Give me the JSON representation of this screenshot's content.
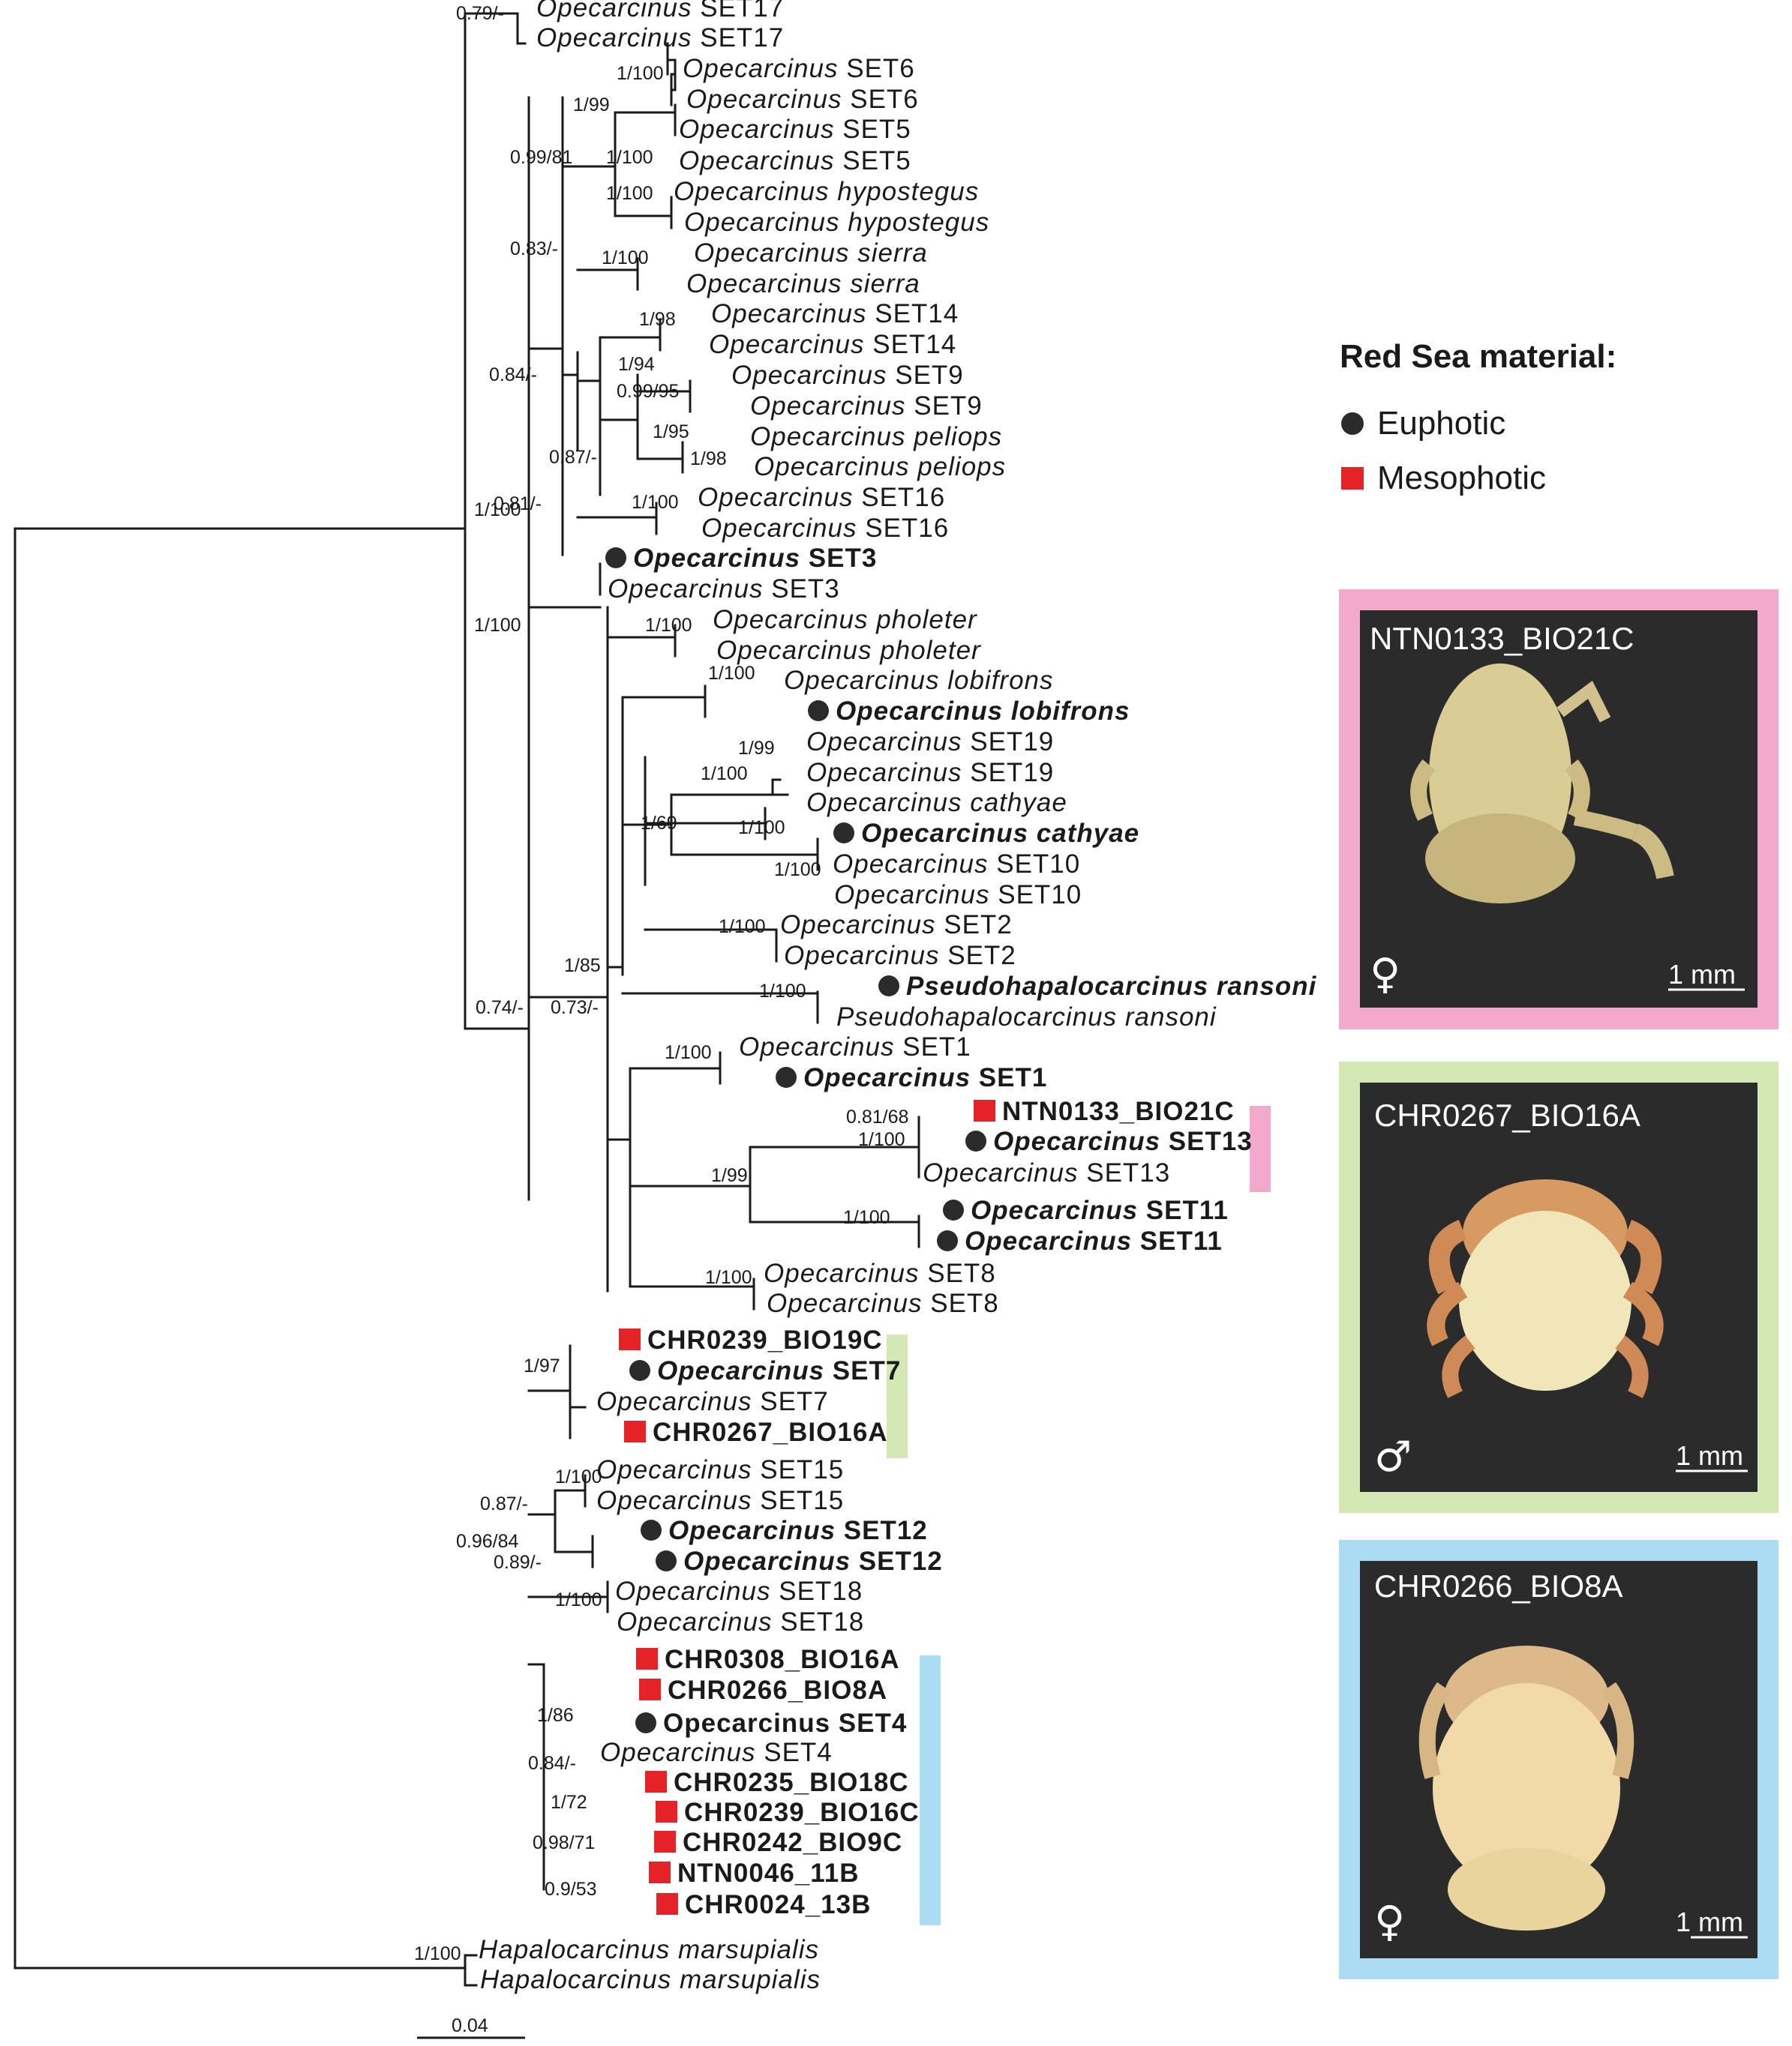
{
  "legend": {
    "title": "Red Sea material:",
    "euphotic": "Euphotic",
    "mesophotic": "Mesophotic",
    "euphotic_color": "#2b2b2b",
    "mesophotic_color": "#e52228"
  },
  "scale_bar": {
    "label": "0.04"
  },
  "clade_colors": {
    "pink": "#f2a9cc",
    "green": "#d3e8b5",
    "blue": "#acdcf4"
  },
  "photos": [
    {
      "label": "NTN0133_BIO21C",
      "sex": "♀",
      "scale": "1 mm",
      "frame_color": "#f2a9cc"
    },
    {
      "label": "CHR0267_BIO16A",
      "sex": "♂",
      "scale": "1 mm",
      "frame_color": "#d3e8b5"
    },
    {
      "label": "CHR0266_BIO8A",
      "sex": "♀",
      "scale": "1 mm",
      "frame_color": "#acdcf4"
    }
  ],
  "tips": [
    {
      "genus": "Opecarcinus",
      "epithet": "SET17",
      "bold": false,
      "marker": "none"
    },
    {
      "genus": "Opecarcinus",
      "epithet": "SET17",
      "bold": false,
      "marker": "none"
    },
    {
      "genus": "Opecarcinus",
      "epithet": "SET6",
      "bold": false,
      "marker": "none"
    },
    {
      "genus": "Opecarcinus",
      "epithet": "SET6",
      "bold": false,
      "marker": "none"
    },
    {
      "genus": "Opecarcinus",
      "epithet": "SET5",
      "bold": false,
      "marker": "none"
    },
    {
      "genus": "Opecarcinus",
      "epithet": "SET5",
      "bold": false,
      "marker": "none"
    },
    {
      "genus": "Opecarcinus",
      "epithet": "hypostegus",
      "bold": false,
      "marker": "none"
    },
    {
      "genus": "Opecarcinus",
      "epithet": "hypostegus",
      "bold": false,
      "marker": "none"
    },
    {
      "genus": "Opecarcinus",
      "epithet": "sierra",
      "bold": false,
      "marker": "none"
    },
    {
      "genus": "Opecarcinus",
      "epithet": "sierra",
      "bold": false,
      "marker": "none"
    },
    {
      "genus": "Opecarcinus",
      "epithet": "SET14",
      "bold": false,
      "marker": "none"
    },
    {
      "genus": "Opecarcinus",
      "epithet": "SET14",
      "bold": false,
      "marker": "none"
    },
    {
      "genus": "Opecarcinus",
      "epithet": "SET9",
      "bold": false,
      "marker": "none"
    },
    {
      "genus": "Opecarcinus",
      "epithet": "SET9",
      "bold": false,
      "marker": "none"
    },
    {
      "genus": "Opecarcinus",
      "epithet": "peliops",
      "bold": false,
      "marker": "none"
    },
    {
      "genus": "Opecarcinus",
      "epithet": "peliops",
      "bold": false,
      "marker": "none"
    },
    {
      "genus": "Opecarcinus",
      "epithet": "SET16",
      "bold": false,
      "marker": "none"
    },
    {
      "genus": "Opecarcinus",
      "epithet": "SET16",
      "bold": false,
      "marker": "none"
    },
    {
      "genus": "Opecarcinus",
      "epithet": "SET3",
      "bold": true,
      "marker": "euphotic"
    },
    {
      "genus": "Opecarcinus",
      "epithet": "SET3",
      "bold": false,
      "marker": "none"
    },
    {
      "genus": "Opecarcinus",
      "epithet": "pholeter",
      "bold": false,
      "marker": "none"
    },
    {
      "genus": "Opecarcinus",
      "epithet": "pholeter",
      "bold": false,
      "marker": "none"
    },
    {
      "genus": "Opecarcinus",
      "epithet": "lobifrons",
      "bold": false,
      "marker": "none"
    },
    {
      "genus": "Opecarcinus",
      "epithet": "lobifrons",
      "bold": true,
      "marker": "euphotic"
    },
    {
      "genus": "Opecarcinus",
      "epithet": "SET19",
      "bold": false,
      "marker": "none"
    },
    {
      "genus": "Opecarcinus",
      "epithet": "SET19",
      "bold": false,
      "marker": "none"
    },
    {
      "genus": "Opecarcinus",
      "epithet": "cathyae",
      "bold": false,
      "marker": "none"
    },
    {
      "genus": "Opecarcinus",
      "epithet": "cathyae",
      "bold": true,
      "marker": "euphotic"
    },
    {
      "genus": "Opecarcinus",
      "epithet": "SET10",
      "bold": false,
      "marker": "none"
    },
    {
      "genus": "Opecarcinus",
      "epithet": "SET10",
      "bold": false,
      "marker": "none"
    },
    {
      "genus": "Opecarcinus",
      "epithet": "SET2",
      "bold": false,
      "marker": "none"
    },
    {
      "genus": "Opecarcinus",
      "epithet": "SET2",
      "bold": false,
      "marker": "none"
    },
    {
      "genus": "Pseudohapalocarcinus",
      "epithet": "ransoni",
      "bold": true,
      "marker": "euphotic"
    },
    {
      "genus": "Pseudohapalocarcinus",
      "epithet": "ransoni",
      "bold": false,
      "marker": "none"
    },
    {
      "genus": "Opecarcinus",
      "epithet": "SET1",
      "bold": false,
      "marker": "none"
    },
    {
      "genus": "Opecarcinus",
      "epithet": "SET1",
      "bold": true,
      "marker": "euphotic"
    },
    {
      "genus": "",
      "epithet": "NTN0133_BIO21C",
      "bold": true,
      "marker": "mesophotic"
    },
    {
      "genus": "Opecarcinus",
      "epithet": "SET13",
      "bold": true,
      "marker": "euphotic"
    },
    {
      "genus": "Opecarcinus",
      "epithet": "SET13",
      "bold": false,
      "marker": "none"
    },
    {
      "genus": "Opecarcinus",
      "epithet": "SET11",
      "bold": true,
      "marker": "euphotic"
    },
    {
      "genus": "Opecarcinus",
      "epithet": "SET11",
      "bold": true,
      "marker": "euphotic"
    },
    {
      "genus": "Opecarcinus",
      "epithet": "SET8",
      "bold": false,
      "marker": "none"
    },
    {
      "genus": "Opecarcinus",
      "epithet": "SET8",
      "bold": false,
      "marker": "none"
    },
    {
      "genus": "",
      "epithet": "CHR0239_BIO19C",
      "bold": true,
      "marker": "mesophotic"
    },
    {
      "genus": "Opecarcinus",
      "epithet": "SET7",
      "bold": true,
      "marker": "euphotic"
    },
    {
      "genus": "Opecarcinus",
      "epithet": "SET7",
      "bold": false,
      "marker": "none"
    },
    {
      "genus": "",
      "epithet": "CHR0267_BIO16A",
      "bold": true,
      "marker": "mesophotic"
    },
    {
      "genus": "Opecarcinus",
      "epithet": "SET15",
      "bold": false,
      "marker": "none"
    },
    {
      "genus": "Opecarcinus",
      "epithet": "SET15",
      "bold": false,
      "marker": "none"
    },
    {
      "genus": "Opecarcinus",
      "epithet": "SET12",
      "bold": true,
      "marker": "euphotic"
    },
    {
      "genus": "Opecarcinus",
      "epithet": "SET12",
      "bold": true,
      "marker": "euphotic"
    },
    {
      "genus": "Opecarcinus",
      "epithet": "SET18",
      "bold": false,
      "marker": "none"
    },
    {
      "genus": "Opecarcinus",
      "epithet": "SET18",
      "bold": false,
      "marker": "none"
    },
    {
      "genus": "",
      "epithet": "CHR0308_BIO16A",
      "bold": true,
      "marker": "mesophotic"
    },
    {
      "genus": "",
      "epithet": "CHR0266_BIO8A",
      "bold": true,
      "marker": "mesophotic"
    },
    {
      "genus": "",
      "epithet": "Opecarcinus SET4",
      "bold": true,
      "marker": "euphotic"
    },
    {
      "genus": "Opecarcinus",
      "epithet": "SET4",
      "bold": false,
      "marker": "none"
    },
    {
      "genus": "",
      "epithet": "CHR0235_BIO18C",
      "bold": true,
      "marker": "mesophotic"
    },
    {
      "genus": "",
      "epithet": "CHR0239_BIO16C",
      "bold": true,
      "marker": "mesophotic"
    },
    {
      "genus": "",
      "epithet": "CHR0242_BIO9C",
      "bold": true,
      "marker": "mesophotic"
    },
    {
      "genus": "",
      "epithet": "NTN0046_11B",
      "bold": true,
      "marker": "mesophotic"
    },
    {
      "genus": "",
      "epithet": "CHR0024_13B",
      "bold": true,
      "marker": "mesophotic"
    },
    {
      "genus": "Hapalocarcinus",
      "epithet": "marsupialis",
      "bold": false,
      "marker": "none"
    },
    {
      "genus": "Hapalocarcinus",
      "epithet": "marsupialis",
      "bold": false,
      "marker": "none"
    }
  ],
  "supports": [
    "0.79/-",
    "1/100",
    "1/99",
    "0.99/81",
    "1/100",
    "1/100",
    "0.83/-",
    "1/100",
    "1/98",
    "1/94",
    "0.99/95",
    "1/95",
    "1/98",
    "0.84/-",
    "0.87/-",
    "1/100",
    "1/100",
    "0.81/-",
    "1/100",
    "1/100",
    "1/100",
    "1/99",
    "1/100",
    "1/100",
    "1/69",
    "1/100",
    "1/100",
    "1/85",
    "1/100",
    "0.73/-",
    "0.74/-",
    "1/100",
    "0.81/68",
    "1/100",
    "1/99",
    "1/100",
    "1/100",
    "1/97",
    "1/100",
    "0.87/-",
    "0.96/84",
    "0.89/-",
    "1/100",
    "1/86",
    "0.84/-",
    "1/72",
    "0.98/71",
    "0.9/53",
    "1/100"
  ]
}
